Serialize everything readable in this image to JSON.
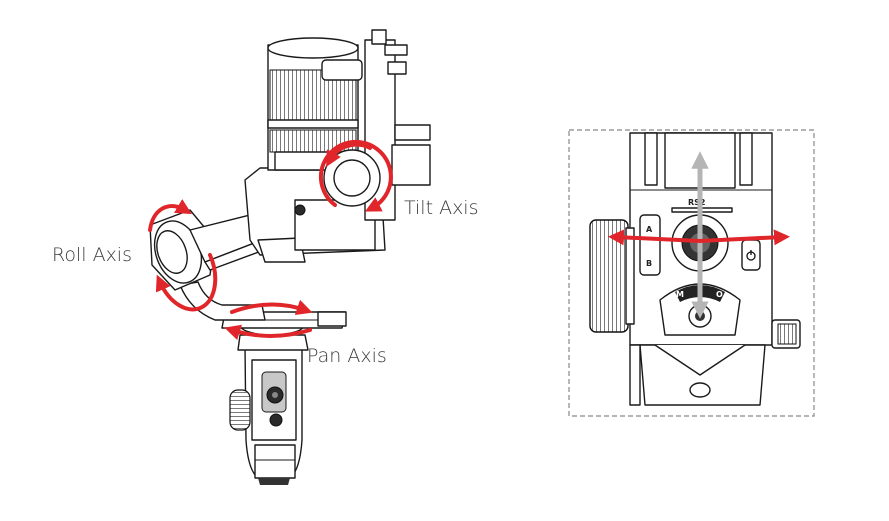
{
  "figure": {
    "labels": {
      "tilt_axis": "Tilt Axis",
      "roll_axis": "Roll Axis",
      "pan_axis": "Pan Axis"
    },
    "panel_markings": {
      "brand": "RS2",
      "mode_a": "A",
      "mode_b": "B",
      "switch_m": "M",
      "switch_o": "O"
    },
    "colors": {
      "rotation_arrow": "#e0262a",
      "joystick_arrow_vertical": "#b5b5b5",
      "inset_border": "#888888"
    },
    "icons": [
      "power-icon",
      "joystick-icon",
      "focus-wheel-icon"
    ]
  }
}
